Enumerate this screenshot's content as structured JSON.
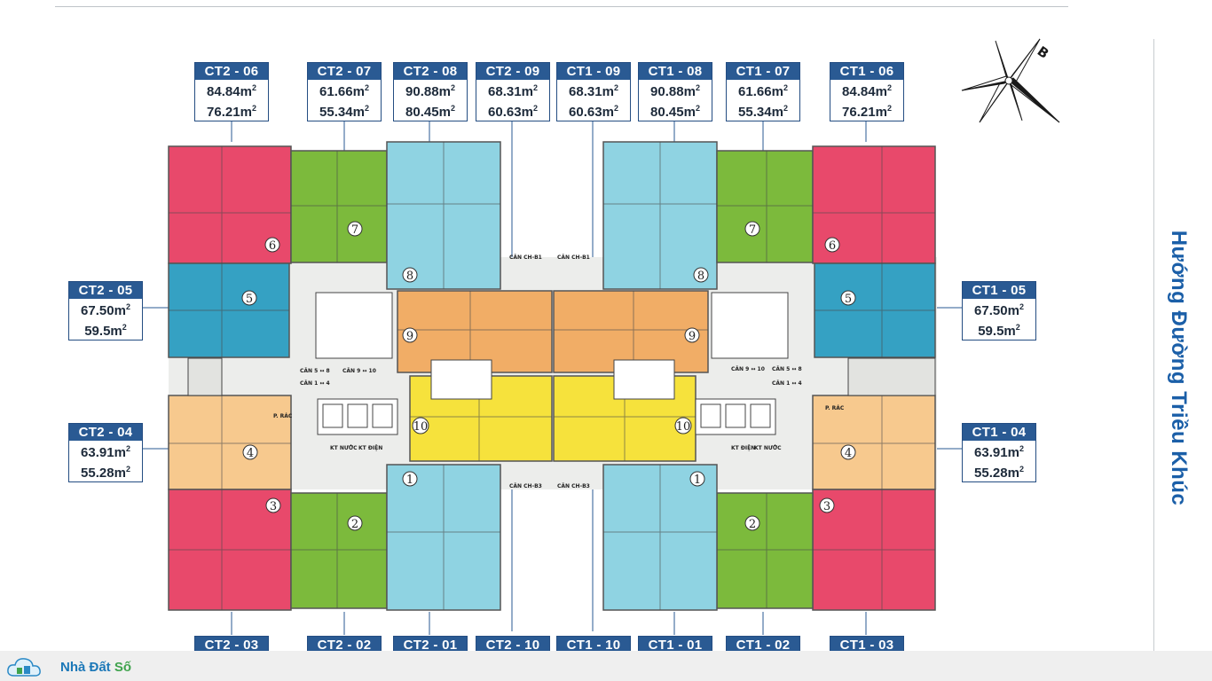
{
  "street_name": "Hướng Đường Triều Khúc",
  "compass_letter": "B",
  "brand": {
    "name": "Nhà Đất",
    "suffix": "Số"
  },
  "units": {
    "ct2_06": {
      "code": "CT2 - 06",
      "area1": "84.84",
      "area2": "76.21",
      "unit": "m",
      "exp": "2"
    },
    "ct2_07": {
      "code": "CT2 - 07",
      "area1": "61.66",
      "area2": "55.34",
      "unit": "m",
      "exp": "2"
    },
    "ct2_08": {
      "code": "CT2 - 08",
      "area1": "90.88",
      "area2": "80.45",
      "unit": "m",
      "exp": "2"
    },
    "ct2_09": {
      "code": "CT2 - 09",
      "area1": "68.31",
      "area2": "60.63",
      "unit": "m",
      "exp": "2"
    },
    "ct1_09": {
      "code": "CT1 - 09",
      "area1": "68.31",
      "area2": "60.63",
      "unit": "m",
      "exp": "2"
    },
    "ct1_08": {
      "code": "CT1 - 08",
      "area1": "90.88",
      "area2": "80.45",
      "unit": "m",
      "exp": "2"
    },
    "ct1_07": {
      "code": "CT1 - 07",
      "area1": "61.66",
      "area2": "55.34",
      "unit": "m",
      "exp": "2"
    },
    "ct1_06": {
      "code": "CT1 - 06",
      "area1": "84.84",
      "area2": "76.21",
      "unit": "m",
      "exp": "2"
    },
    "ct2_05": {
      "code": "CT2 - 05",
      "area1": "67.50",
      "area2": "59.5",
      "unit": "m",
      "exp": "2"
    },
    "ct1_05": {
      "code": "CT1 - 05",
      "area1": "67.50",
      "area2": "59.5",
      "unit": "m",
      "exp": "2"
    },
    "ct2_04": {
      "code": "CT2 - 04",
      "area1": "63.91",
      "area2": "55.28",
      "unit": "m",
      "exp": "2"
    },
    "ct1_04": {
      "code": "CT1 - 04",
      "area1": "63.91",
      "area2": "55.28",
      "unit": "m",
      "exp": "2"
    },
    "ct2_03": {
      "code": "CT2 - 03"
    },
    "ct2_02": {
      "code": "CT2 - 02"
    },
    "ct2_01": {
      "code": "CT2 - 01"
    },
    "ct2_10": {
      "code": "CT2 - 10"
    },
    "ct1_10": {
      "code": "CT1 - 10"
    },
    "ct1_01": {
      "code": "CT1 - 01"
    },
    "ct1_02": {
      "code": "CT1 - 02"
    },
    "ct1_03": {
      "code": "CT1 - 03"
    }
  },
  "plan_labels": {
    "can_ch_b1": "CĂN CH-B1",
    "can_ch_b3": "CĂN CH-B3",
    "can_5_8": "CĂN 5 ↔ 8",
    "can_9_10": "CĂN 9 ↔ 10",
    "can_1_4": "CĂN 1 ↔ 4",
    "p_rac": "P. RÁC",
    "kt_nuoc": "KT NƯỚC",
    "kt_dien": "KT ĐIỆN"
  },
  "colors": {
    "red": "#e8496b",
    "green": "#7cba3c",
    "lightblue": "#8fd3e2",
    "teal": "#35a1c3",
    "orange": "#f1ad66",
    "peach": "#f7c98e",
    "yellow": "#f6e23c",
    "navy": "#2a5a93"
  }
}
